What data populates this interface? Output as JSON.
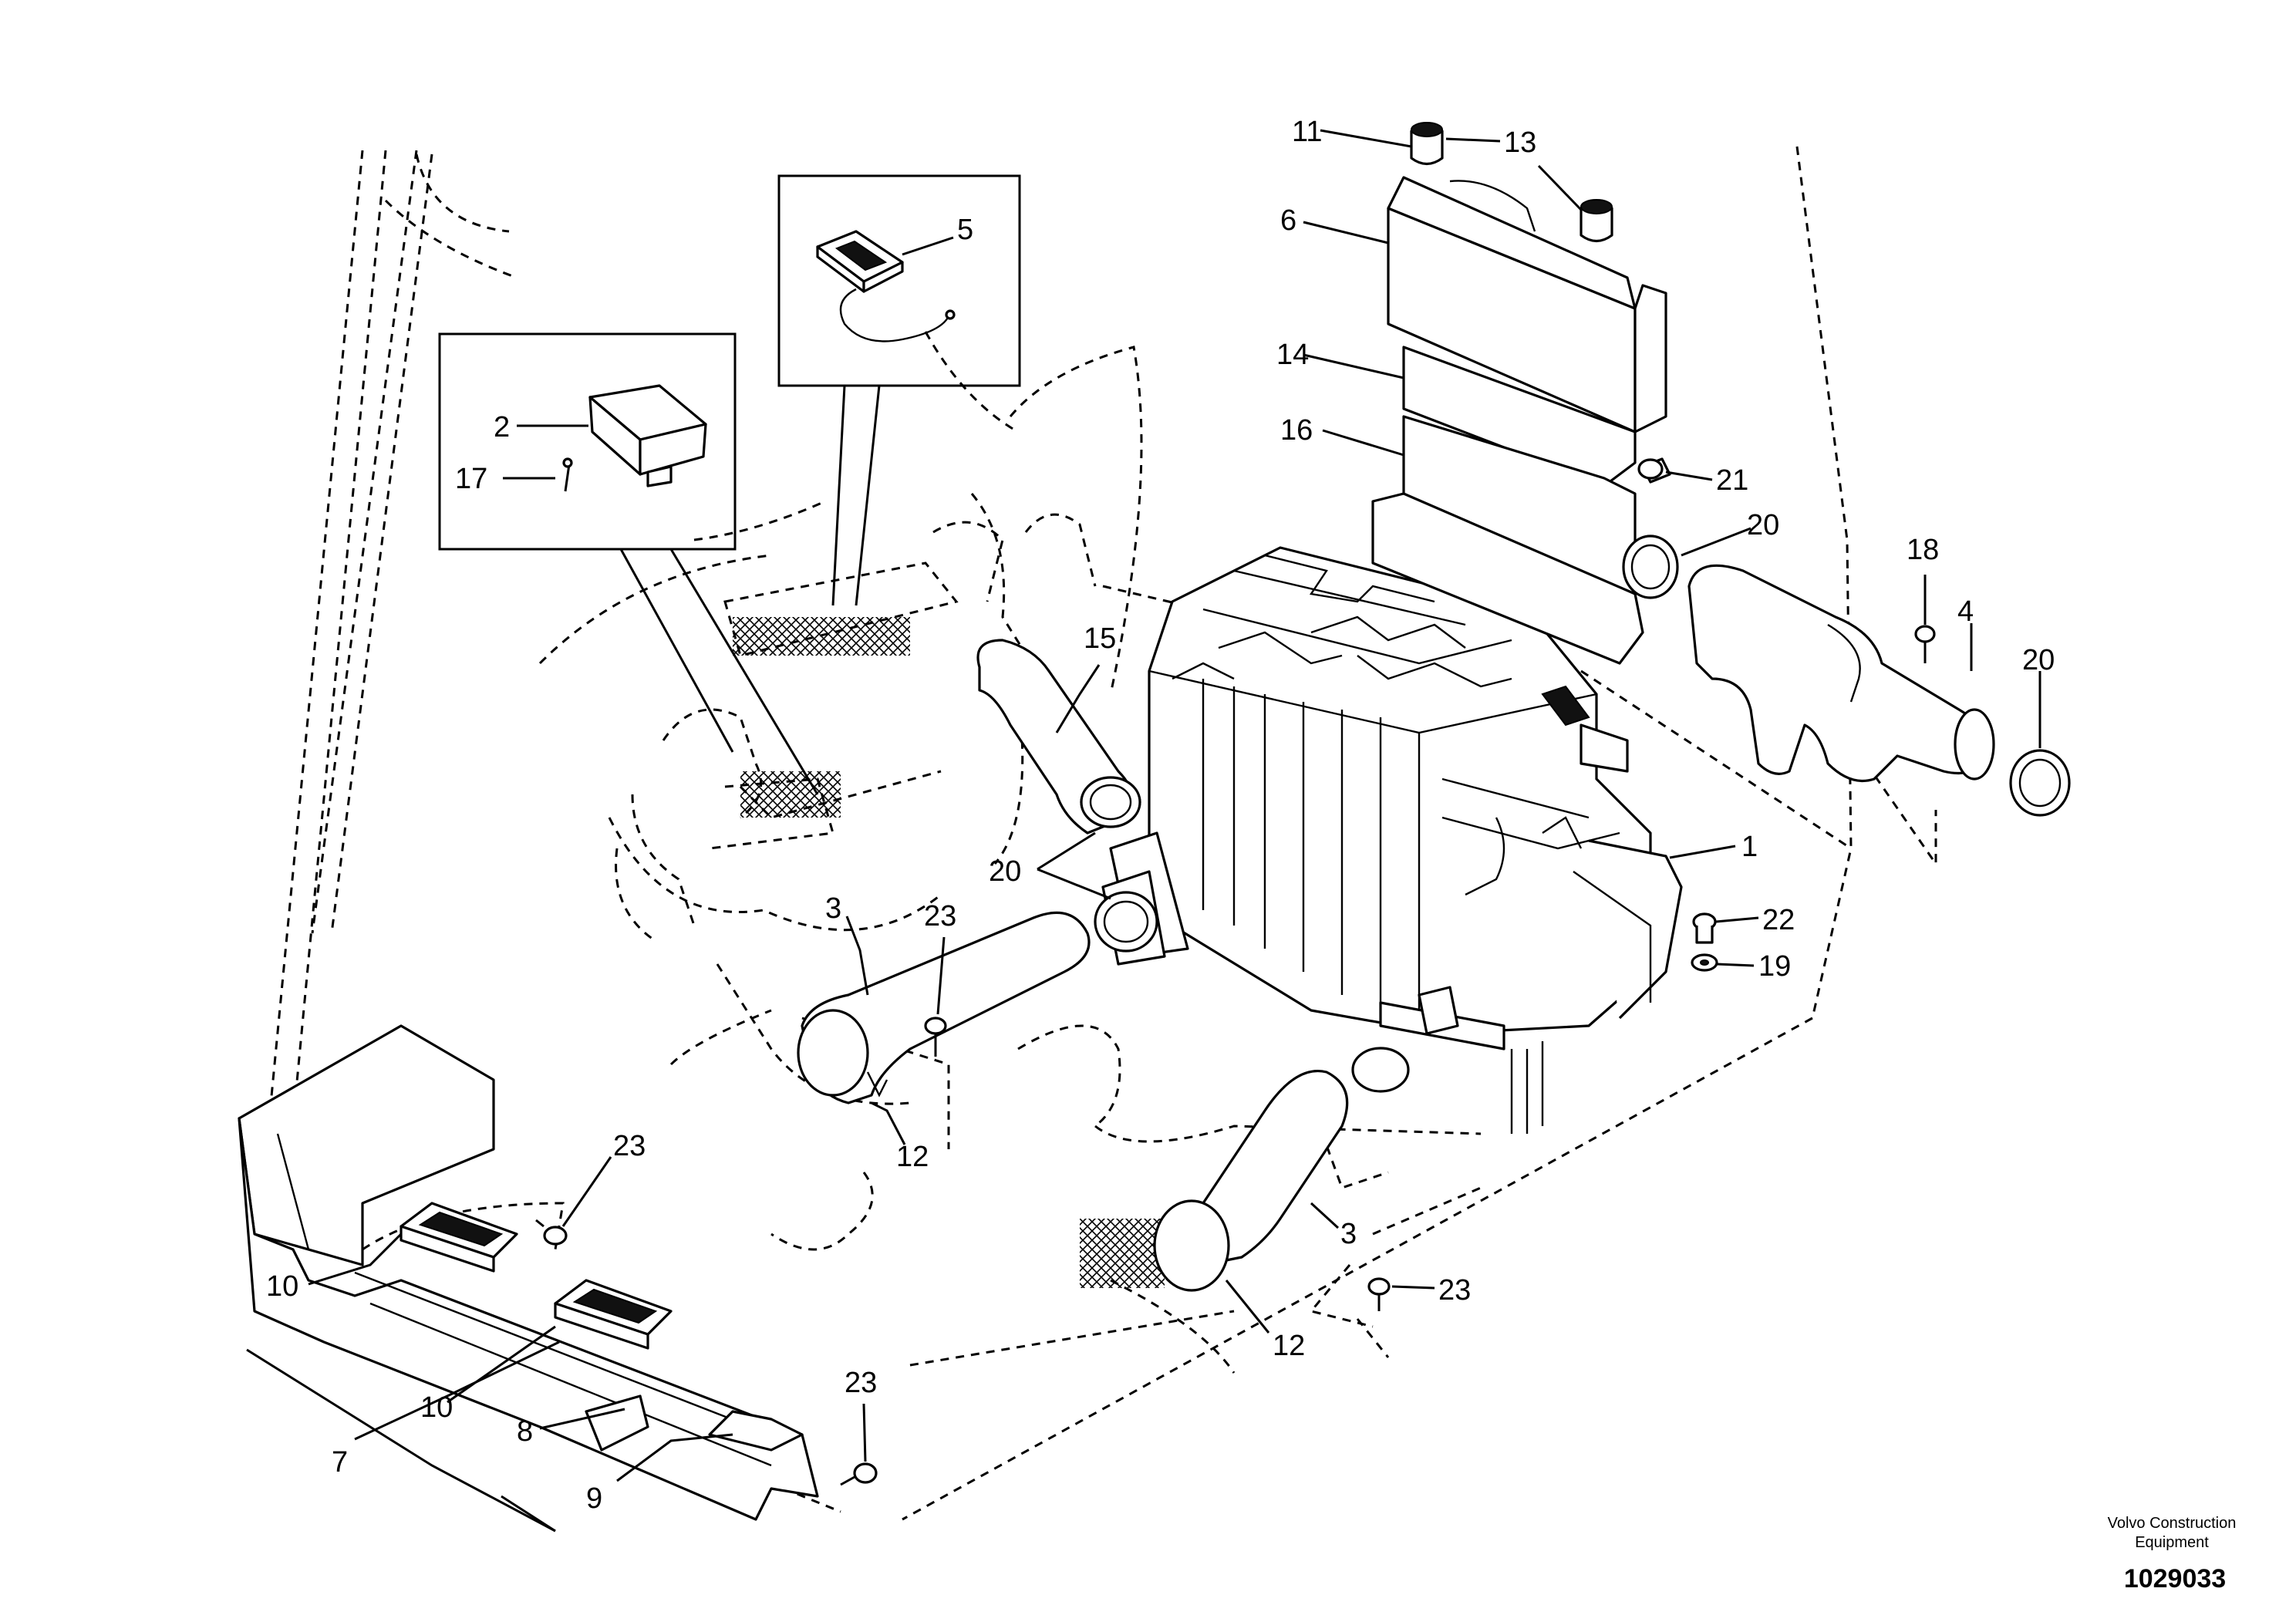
{
  "diagram": {
    "callouts": [
      "1",
      "2",
      "3",
      "3",
      "4",
      "5",
      "6",
      "7",
      "8",
      "9",
      "10",
      "10",
      "11",
      "12",
      "12",
      "13",
      "14",
      "15",
      "16",
      "17",
      "18",
      "19",
      "20",
      "20",
      "20",
      "21",
      "22",
      "23",
      "23",
      "23",
      "23"
    ]
  },
  "footer": {
    "company_line1": "Volvo Construction",
    "company_line2": "Equipment",
    "drawing_number": "1029033"
  }
}
